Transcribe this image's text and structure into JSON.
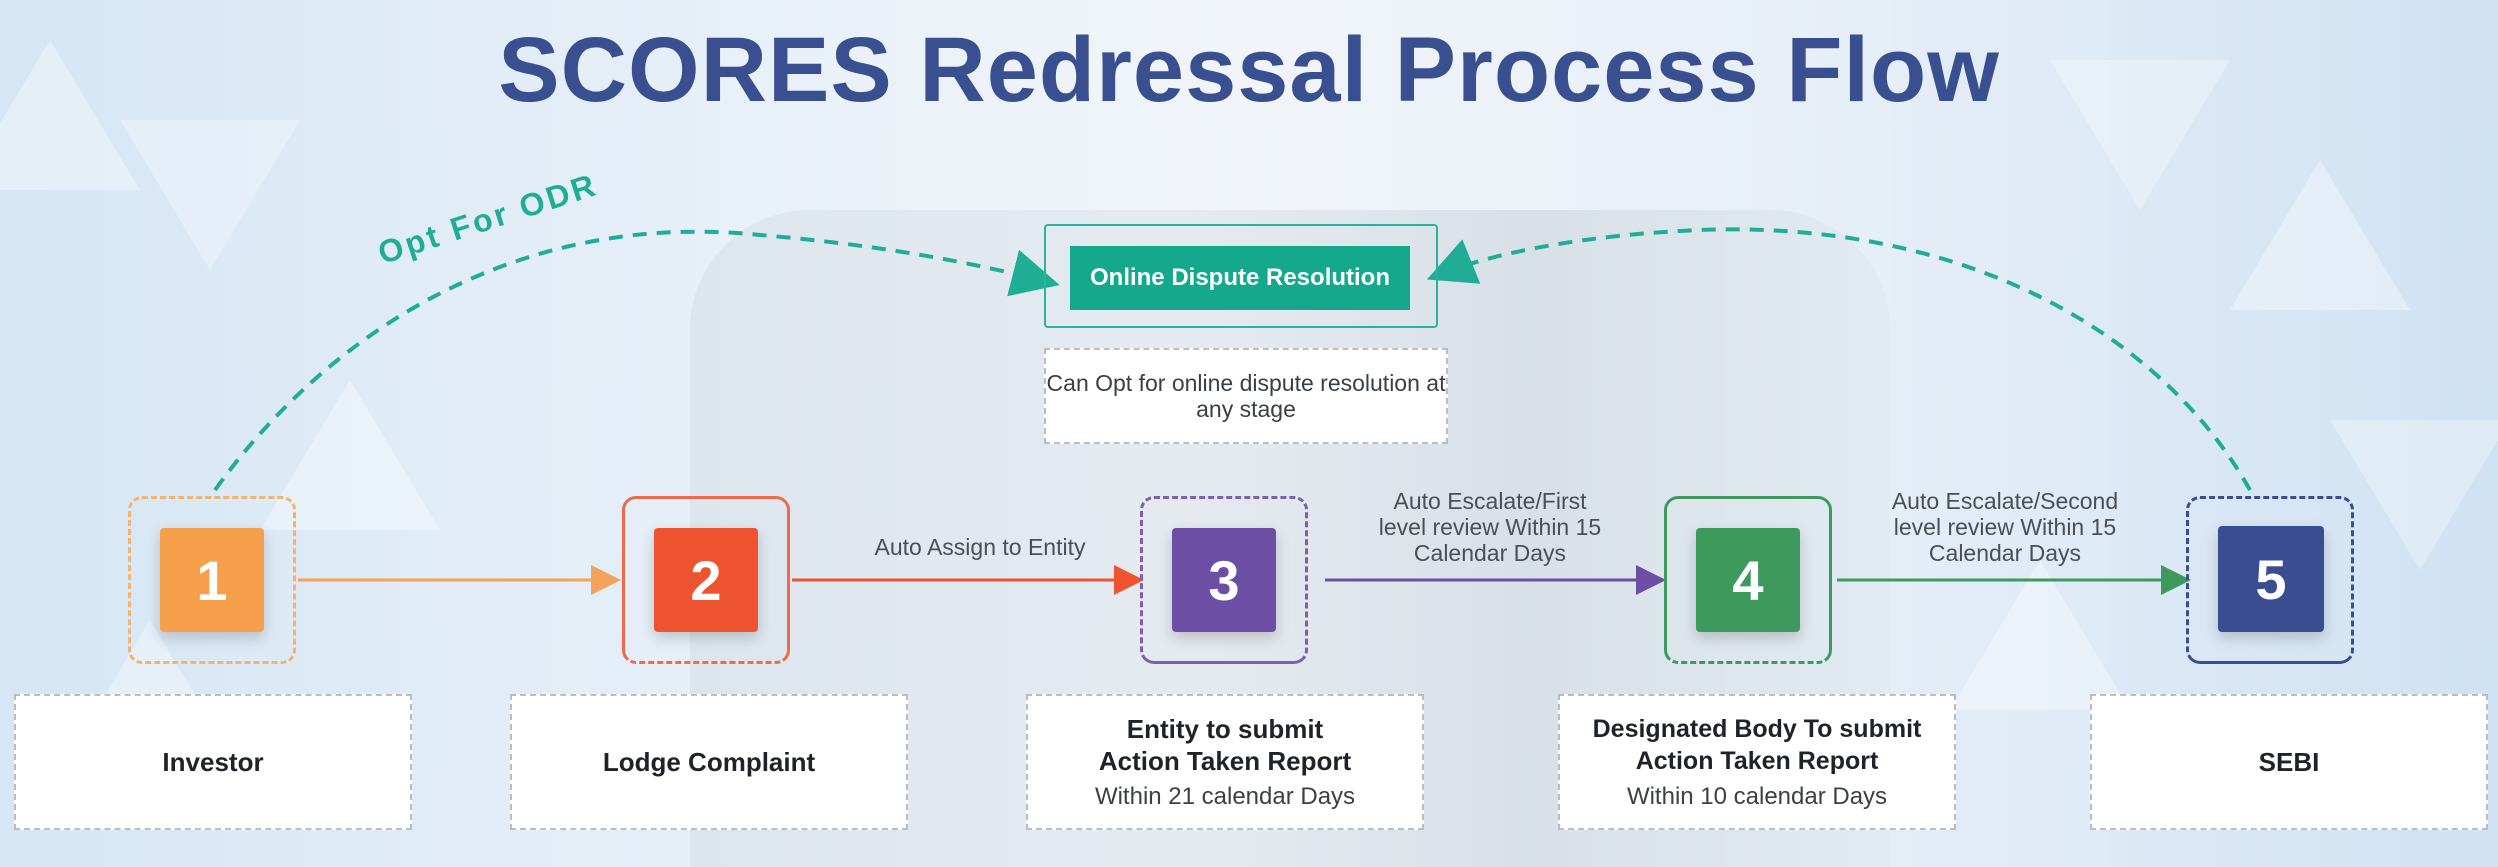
{
  "title": "SCORES Redressal Process Flow",
  "odr": {
    "opt_label": "Opt For ODR",
    "box_label": "Online Dispute Resolution",
    "note": "Can Opt for online dispute resolution at any stage"
  },
  "steps": [
    {
      "number": "1",
      "color": "#f6a04b",
      "label": "Investor",
      "sub": ""
    },
    {
      "number": "2",
      "color": "#ef5430",
      "label": "Lodge Complaint",
      "sub": ""
    },
    {
      "number": "3",
      "color": "#6c4ea4",
      "label": "Entity to submit Action Taken Report",
      "sub": "Within 21 calendar  Days"
    },
    {
      "number": "4",
      "color": "#3d9a5c",
      "label": "Designated Body To submit Action Taken Report",
      "sub": "Within 10 calendar Days"
    },
    {
      "number": "5",
      "color": "#3b4d91",
      "label": "SEBI",
      "sub": ""
    }
  ],
  "edges": {
    "e23": "Auto Assign to Entity",
    "e34": "Auto Escalate/First level review Within 15 Calendar  Days",
    "e45": "Auto Escalate/Second level review Within 15 Calendar  Days"
  }
}
